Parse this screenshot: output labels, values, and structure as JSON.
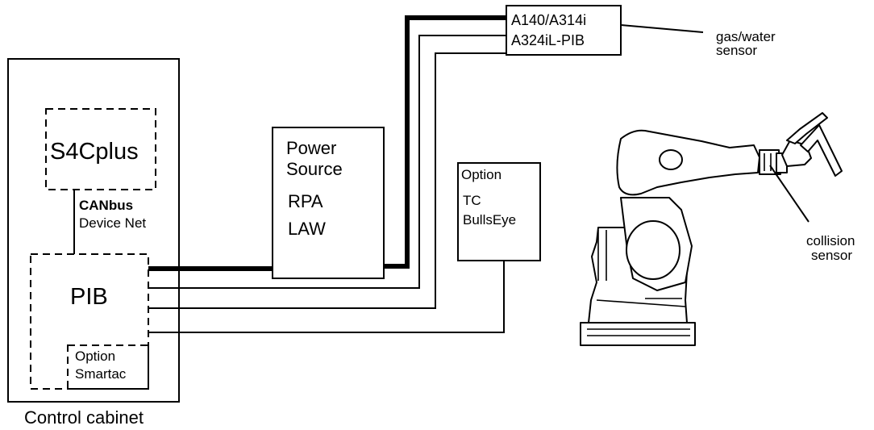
{
  "diagram": {
    "control_cabinet_label": "Control cabinet",
    "s4cplus_label": "S4Cplus",
    "canbus_label": "CANbus",
    "devicenet_label": "Device Net",
    "pib_label": "PIB",
    "option_smartac_line1": "Option",
    "option_smartac_line2": "Smartac",
    "power_source_line1": "Power",
    "power_source_line2": "Source",
    "power_source_line3": "RPA",
    "power_source_line4": "LAW",
    "option_tc_line1": "Option",
    "option_tc_line2": "TC",
    "option_tc_line3": "BullsEye",
    "feeder_line1": "A140/A314i",
    "feeder_line2": "A324iL-PIB",
    "gas_water_line1": "gas/water",
    "gas_water_line2": "sensor",
    "collision_line1": "collision",
    "collision_line2": "sensor"
  }
}
